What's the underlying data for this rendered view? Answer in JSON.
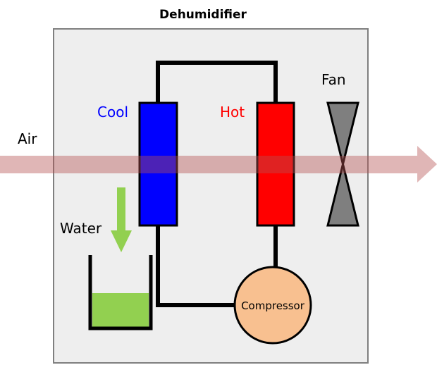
{
  "title": "Dehumidifier",
  "labels": {
    "air": "Air",
    "cool": "Cool",
    "hot": "Hot",
    "fan": "Fan",
    "water": "Water",
    "compressor": "Compressor"
  },
  "colors": {
    "housing_fill": "#eeeeee",
    "housing_stroke": "#7f7f7f",
    "cool_coil": "#0000ff",
    "cool_text": "#0000ff",
    "hot_coil": "#ff0000",
    "hot_text": "#ff0000",
    "fan": "#7f7f7f",
    "air_arrow": "#c07070",
    "water": "#92d050",
    "water_arrow": "#92d050",
    "compressor": "#f8c090",
    "pipe": "#000000"
  }
}
